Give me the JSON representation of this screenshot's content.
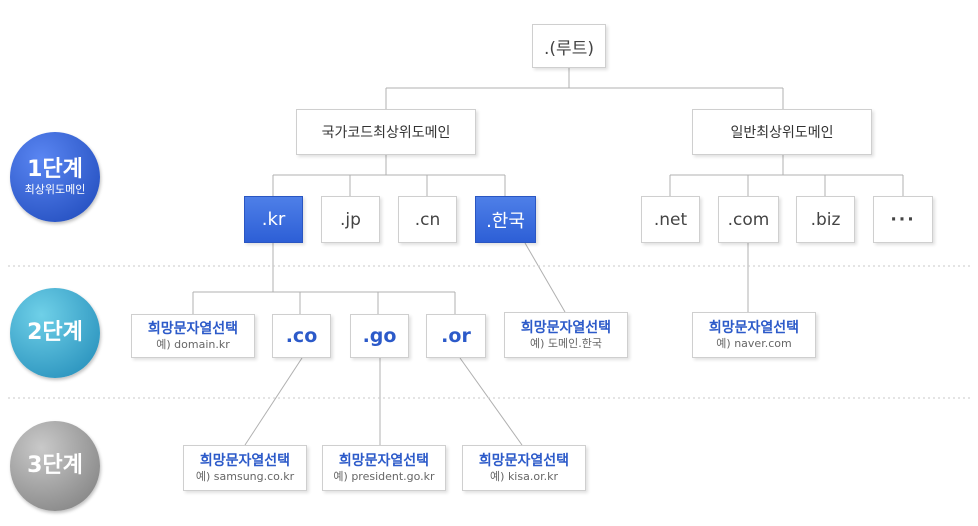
{
  "root": ".(루트)",
  "level1": {
    "country_code": "국가코드최상위도메인",
    "generic": "일반최상위도메인",
    "cc_domains": [
      ".kr",
      ".jp",
      ".cn",
      ".한국"
    ],
    "g_domains": [
      ".net",
      ".com",
      ".biz",
      "···"
    ]
  },
  "level2": {
    "kr_subs": [
      ".co",
      ".go",
      ".or"
    ],
    "choice_kr": {
      "title": "희망문자열선택",
      "example": "예) domain.kr"
    },
    "choice_han": {
      "title": "희망문자열선택",
      "example": "예) 도메인.한국"
    },
    "choice_com": {
      "title": "희망문자열선택",
      "example": "예) naver.com"
    }
  },
  "level3": {
    "choice_co": {
      "title": "희망문자열선택",
      "example": "예) samsung.co.kr"
    },
    "choice_go": {
      "title": "희망문자열선택",
      "example": "예) president.go.kr"
    },
    "choice_or": {
      "title": "희망문자열선택",
      "example": "예) kisa.or.kr"
    }
  },
  "steps": [
    {
      "label": "1단계",
      "desc": "최상위도메인"
    },
    {
      "label": "2단계"
    },
    {
      "label": "3단계"
    }
  ],
  "colors": {
    "blue_node": "#2d5fd6",
    "step1": "#1c47b8",
    "step2": "#1e88b6",
    "step3": "#7a7a7a"
  }
}
